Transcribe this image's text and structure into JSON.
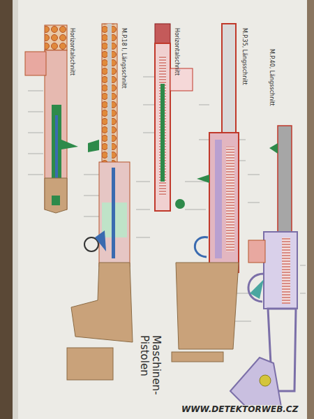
{
  "diagram": {
    "title": "Maschinen- Pistolen",
    "labels": [
      "Horizontalschnitt",
      "M.P.18 I, Längsschnitt",
      "Horizontalschnitt",
      "M.P.35, Längsschnitt",
      "M.P.40, Längsschnitt",
      "WWW.DETEKTORWEB.CZ"
    ]
  }
}
